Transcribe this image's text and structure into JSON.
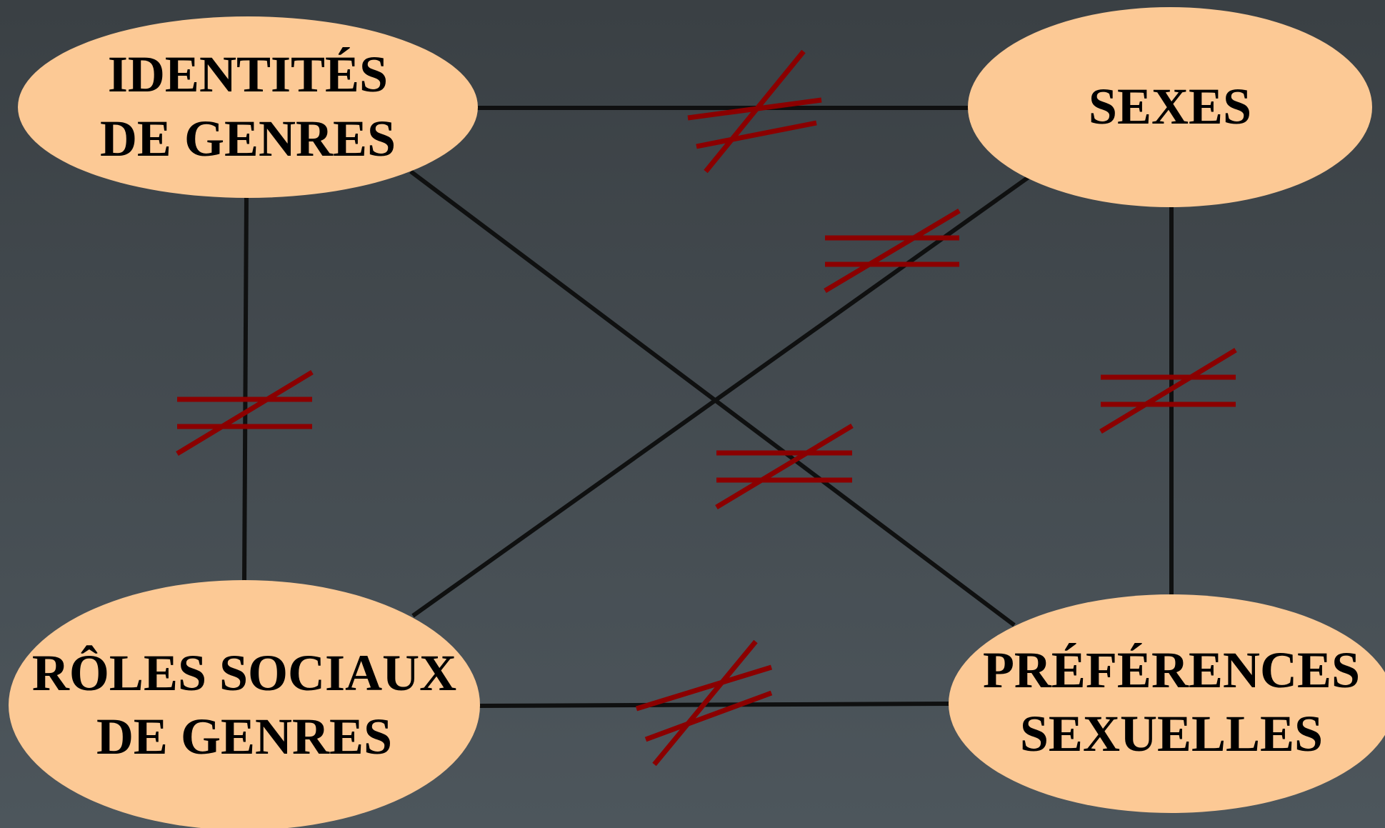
{
  "colors": {
    "node_fill": "#fcc995",
    "edge": "#0f1010",
    "not_equal_mark": "#8b0000"
  },
  "nodes": {
    "gender_identities": {
      "lines": [
        "IDENTITÉS",
        "DE GENRES"
      ]
    },
    "sexes": {
      "lines": [
        "SEXES"
      ]
    },
    "social_gender_roles": {
      "lines": [
        "RÔLES SOCIAUX",
        "DE GENRES"
      ]
    },
    "sexual_preferences": {
      "lines": [
        "PRÉFÉRENCES",
        "SEXUELLES"
      ]
    }
  },
  "edges": [
    {
      "from": "gender_identities",
      "to": "sexes",
      "relation": "not-equal"
    },
    {
      "from": "gender_identities",
      "to": "social_gender_roles",
      "relation": "not-equal"
    },
    {
      "from": "sexes",
      "to": "sexual_preferences",
      "relation": "not-equal"
    },
    {
      "from": "social_gender_roles",
      "to": "sexual_preferences",
      "relation": "not-equal"
    },
    {
      "from": "sexes",
      "to": "social_gender_roles",
      "relation": "not-equal"
    },
    {
      "from": "gender_identities",
      "to": "sexual_preferences",
      "relation": "not-equal"
    }
  ]
}
